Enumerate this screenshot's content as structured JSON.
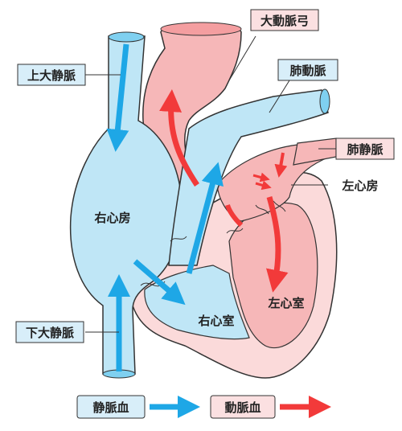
{
  "labels": {
    "superior_vena_cava": "上大静脈",
    "inferior_vena_cava": "下大静脈",
    "aortic_arch": "大動脈弓",
    "pulmonary_artery": "肺動脈",
    "pulmonary_vein": "肺静脈",
    "left_atrium": "左心房",
    "right_atrium": "右心房",
    "right_ventricle": "右心室",
    "left_ventricle": "左心室"
  },
  "legend": {
    "venous_label": "静脈血",
    "arterial_label": "動脈血"
  },
  "colors": {
    "venous_fill": "#bfe6f6",
    "venous_arrow": "#1ea7e6",
    "arterial_fill": "#f6b7b8",
    "arterial_light": "#fbdada",
    "arterial_arrow": "#f23a3a",
    "outline": "#333333",
    "venous_box": "#d8eef9",
    "arterial_box": "#fbe0e1"
  }
}
